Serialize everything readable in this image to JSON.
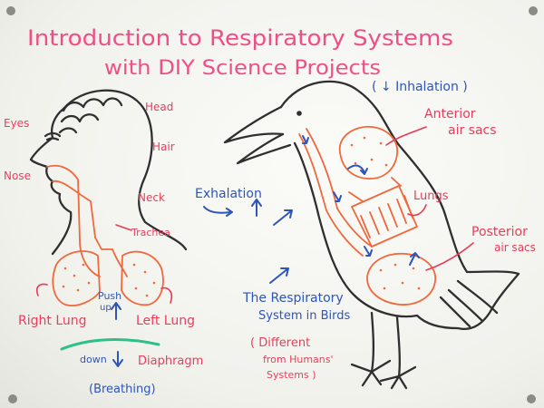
{
  "title": {
    "line1": "Introduction to Respiratory Systems",
    "line2": "with DIY Science Projects"
  },
  "human": {
    "eyes": "Eyes",
    "nose": "Nose",
    "head": "Head",
    "hair": "Hair",
    "neck": "Neck",
    "trachea": "Trachea",
    "right_lung": "Right Lung",
    "left_lung": "Left Lung",
    "push": "Push",
    "up": "up",
    "down": "down",
    "diaphragm": "Diaphragm",
    "breathing": "(Breathing)"
  },
  "bird": {
    "inhalation": "( ↓ Inhalation )",
    "anterior_1": "Anterior",
    "anterior_2": "air sacs",
    "lungs": "Lungs",
    "posterior_1": "Posterior",
    "posterior_2": "air sacs",
    "exhalation": "Exhalation",
    "caption_1": "The Respiratory",
    "caption_2": "System in Birds",
    "note_1": "( Different",
    "note_2": "from Humans'",
    "note_3": "Systems )"
  },
  "colors": {
    "title": "#ef4f86",
    "label_red": "#ea3d5c",
    "label_blue": "#2e55b8",
    "organ_orange": "#f0683c",
    "diaphragm_green": "#2fbf8a",
    "outline": "#2f2f2f"
  }
}
